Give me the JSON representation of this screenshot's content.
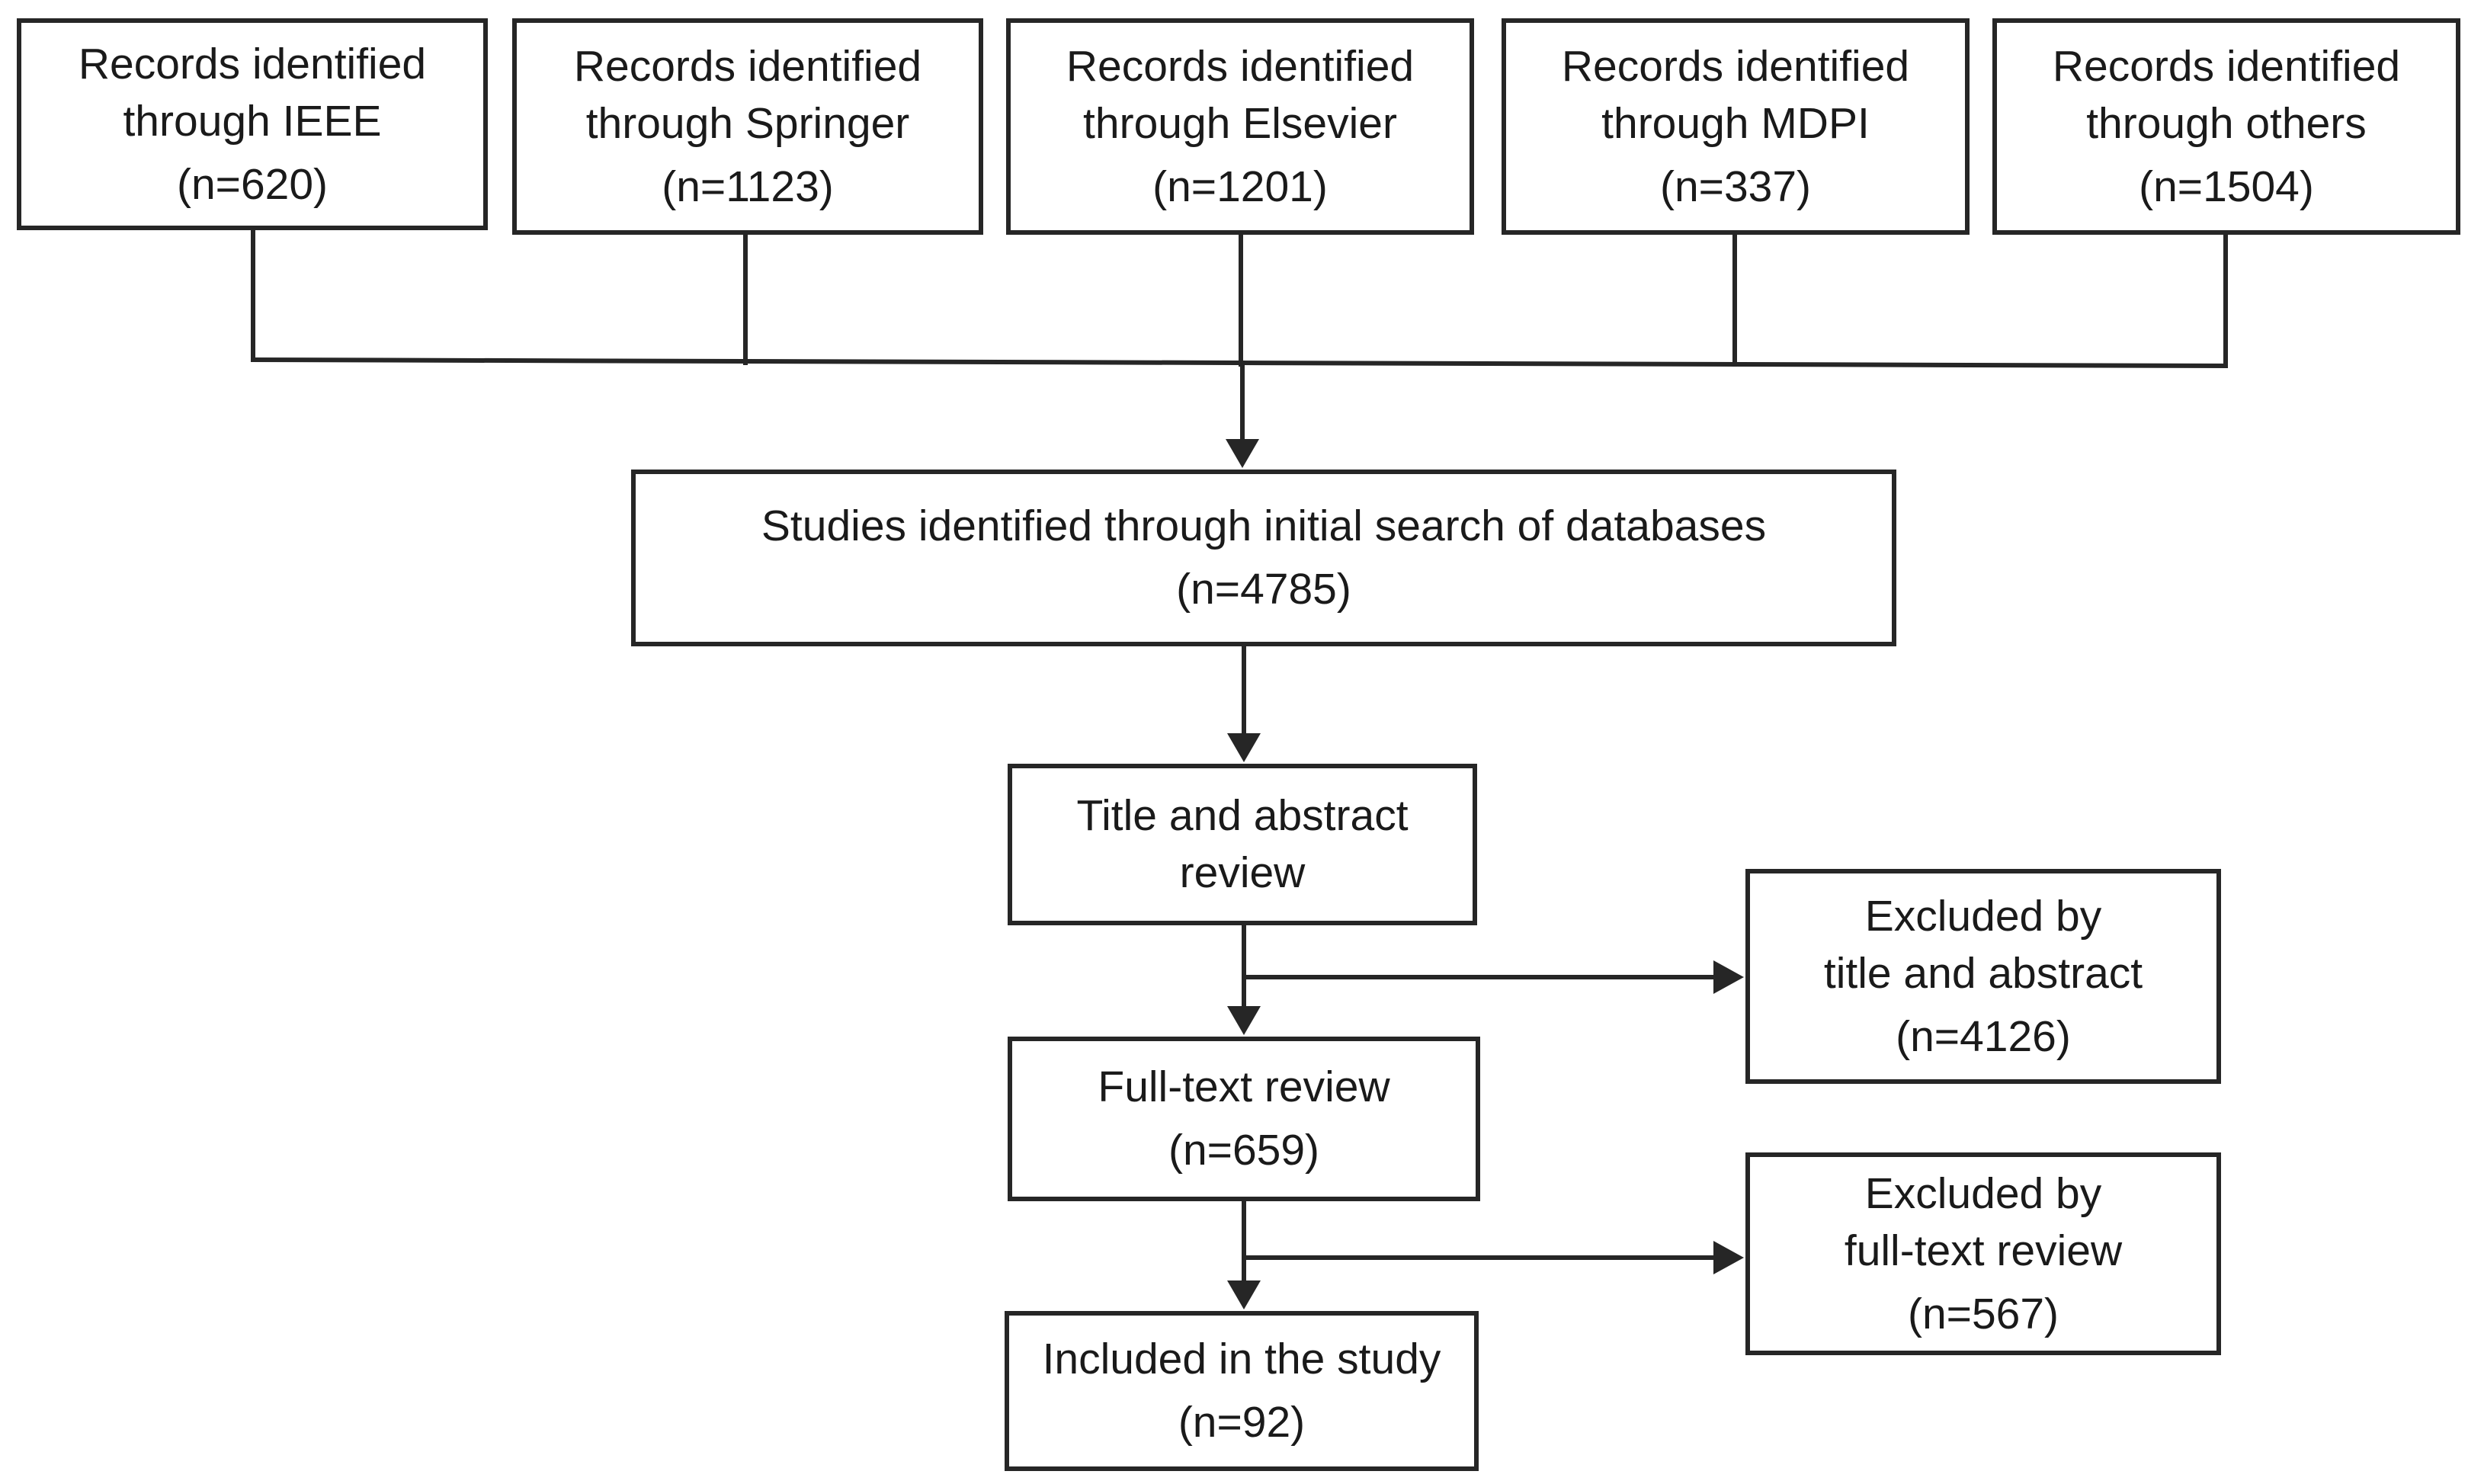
{
  "sources": [
    {
      "line1": "Records identified",
      "line2": "through IEEE",
      "count": "(n=620)"
    },
    {
      "line1": "Records identified",
      "line2": "through Springer",
      "count": "(n=1123)"
    },
    {
      "line1": "Records identified",
      "line2": "through Elsevier",
      "count": "(n=1201)"
    },
    {
      "line1": "Records identified",
      "line2": "through MDPI",
      "count": "(n=337)"
    },
    {
      "line1": "Records identified",
      "line2": "through others",
      "count": "(n=1504)"
    }
  ],
  "initial_search": {
    "line1": "Studies identified through initial search of databases",
    "count": "(n=4785)"
  },
  "title_abstract": {
    "line1": "Title and abstract",
    "line2": "review"
  },
  "excluded_title_abstract": {
    "line1": "Excluded by",
    "line2": "title and abstract",
    "count": "(n=4126)"
  },
  "full_text": {
    "line1": "Full-text review",
    "count": "(n=659)"
  },
  "excluded_full_text": {
    "line1": "Excluded by",
    "line2": "full-text review",
    "count": "(n=567)"
  },
  "included": {
    "line1": "Included in the study",
    "count": "(n=92)"
  },
  "colors": {
    "stroke": "#262626",
    "background": "#ffffff"
  }
}
